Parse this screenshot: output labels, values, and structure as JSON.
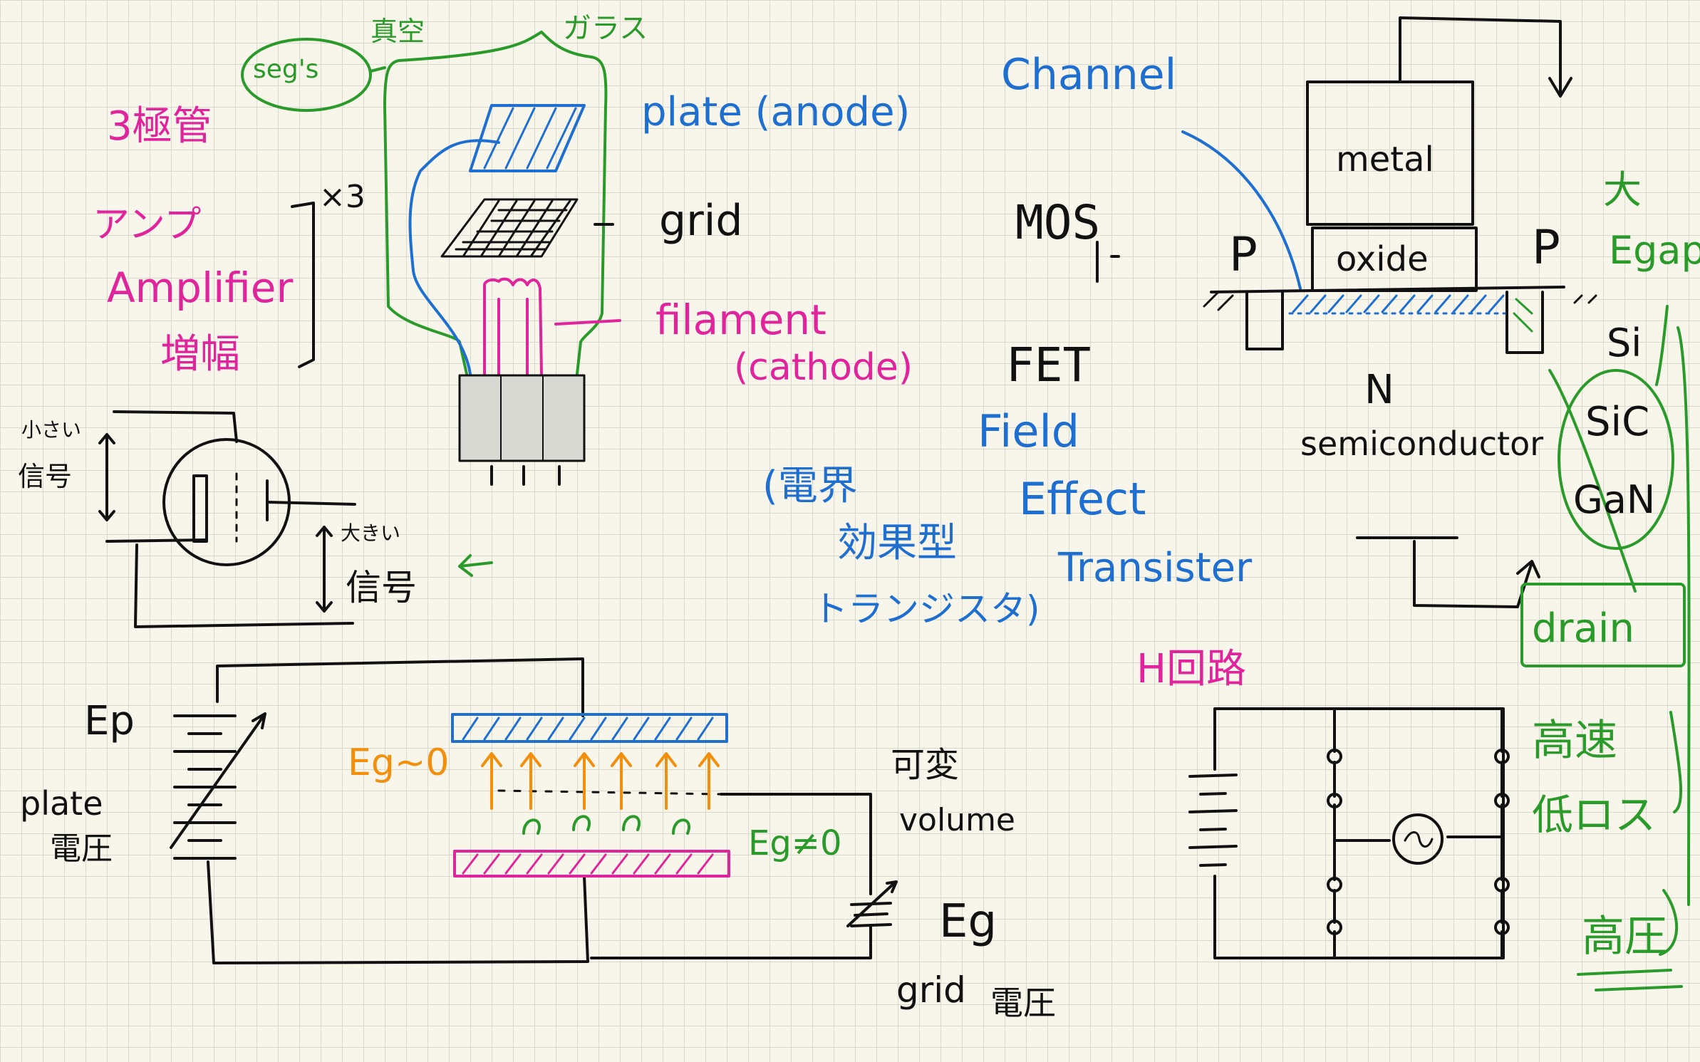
{
  "colors": {
    "pink": "#e0249c",
    "blue": "#1e6fd0",
    "green": "#2a9a2a",
    "orange": "#f2900e",
    "black": "#111111",
    "paper": "#f8f6ea",
    "grid": "#d9d8cc"
  },
  "tube": {
    "title": "3極管",
    "label_vacuum": "真空",
    "label_glass": "ガラス",
    "label_seg": "seg's",
    "label_plate": "plate (anode)",
    "label_grid": "grid",
    "label_filament": "filament",
    "label_cathode": "(cathode)",
    "amp_kana": "アンプ",
    "amp_en": "Amplifier",
    "amp_kanji": "増幅",
    "times": "×3"
  },
  "symbol": {
    "label_small": "小さい",
    "label_small_signal": "信号",
    "label_large": "大きい",
    "label_large_signal": "信号"
  },
  "circuit": {
    "label_ep": "Ep",
    "label_plate": "plate",
    "label_plate_v": "電圧",
    "label_eg_neg": "Eg~0",
    "label_eg_pos": "Eg≠0",
    "label_variable": "可変",
    "label_volume": "volume",
    "label_eg": "Eg",
    "label_grid": "grid",
    "label_grid_v": "電圧"
  },
  "mosfet": {
    "label_mos": "MOS",
    "label_fet": "FET",
    "label_field": "Field",
    "label_effect": "Effect",
    "label_transistor": "Transister",
    "label_jp1": "(電界",
    "label_jp2": "効果型",
    "label_jp3": "トランジスタ)",
    "label_channel": "Channel",
    "label_metal": "metal",
    "label_oxide": "oxide",
    "label_p_left": "P",
    "label_p_right": "P",
    "label_n": "N",
    "label_semiconductor": "semiconductor",
    "label_large": "大",
    "label_egap": "Egap",
    "label_si": "Si",
    "label_sic": "SiC",
    "label_gan": "GaN",
    "label_drain": "drain"
  },
  "hbridge": {
    "title": "H回路",
    "label_fast": "高速",
    "label_lowloss": "低ロス",
    "label_highv": "高圧"
  }
}
